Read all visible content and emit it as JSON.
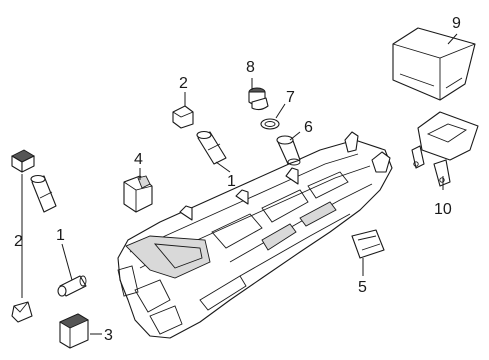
{
  "callouts": [
    {
      "id": "console",
      "text": "1"
    },
    {
      "id": "holder-right",
      "text": "1"
    },
    {
      "id": "cap-left",
      "text": "2"
    },
    {
      "id": "cap-right",
      "text": "2"
    },
    {
      "id": "switch",
      "text": "3"
    },
    {
      "id": "bracket",
      "text": "4"
    },
    {
      "id": "cover",
      "text": "5"
    },
    {
      "id": "socket",
      "text": "6"
    },
    {
      "id": "ring",
      "text": "7"
    },
    {
      "id": "plug",
      "text": "8"
    },
    {
      "id": "module",
      "text": "9"
    },
    {
      "id": "mount",
      "text": "10"
    }
  ]
}
